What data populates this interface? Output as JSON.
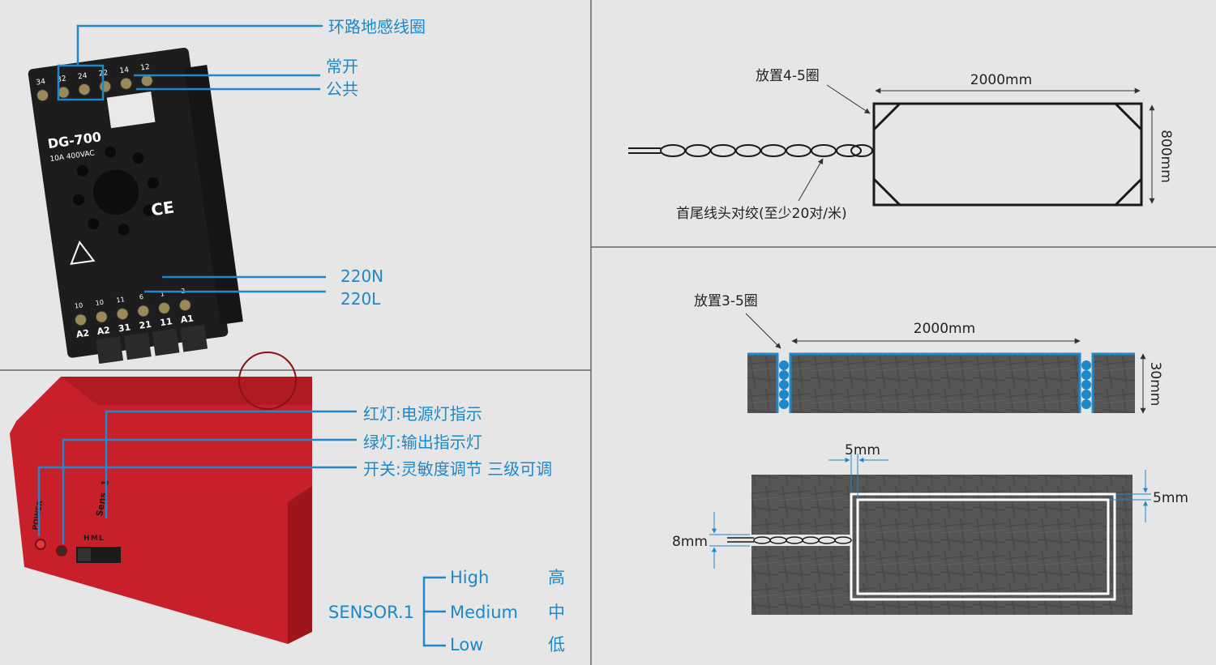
{
  "colors": {
    "background": "#e6e6e6",
    "accent_blue": "#1e88c8",
    "relay_body": "#1d1d1d",
    "sensor_case": "#c8202a",
    "asphalt": "#555555",
    "coil_blue": "#1e88c8"
  },
  "relay_base": {
    "model": "DG-700",
    "rating": "10A 400VAC",
    "ce_mark": "CE",
    "top_pins": [
      "34",
      "32",
      "24",
      "22",
      "14",
      "12"
    ],
    "bottom_pins": [
      "10",
      "10",
      "11",
      "6",
      "1",
      "2"
    ],
    "bottom_terminals": [
      "A2",
      "A2",
      "31",
      "21",
      "11",
      "A1"
    ],
    "labels": {
      "loop_coil": "环路地感线圈",
      "normally_open": "常开",
      "common": "公共",
      "neutral": "220N",
      "live": "220L"
    }
  },
  "detector": {
    "side_label": "POWER",
    "switch_label": "Sens. 1",
    "switch_positions": [
      "H",
      "M",
      "L"
    ],
    "labels": {
      "red_led": "红灯:电源灯指示",
      "green_led": "绿灯:输出指示灯",
      "switch": "开关:灵敏度调节 三级可调"
    },
    "sensor_levels": {
      "title": "SENSOR.1",
      "levels": [
        {
          "en": "High",
          "zh": "高"
        },
        {
          "en": "Medium",
          "zh": "中"
        },
        {
          "en": "Low",
          "zh": "低"
        }
      ]
    }
  },
  "loop_plan": {
    "turns_note": "放置4-5圈",
    "twist_note": "首尾线头对绞(至少20对/米)",
    "length": "2000mm",
    "width": "800mm"
  },
  "loop_section": {
    "turns_note": "放置3-5圈",
    "length": "2000mm",
    "depth": "30mm"
  },
  "slot_plan": {
    "slot_width": "5mm",
    "edge_gap": "5mm",
    "lead_slot": "8mm"
  }
}
